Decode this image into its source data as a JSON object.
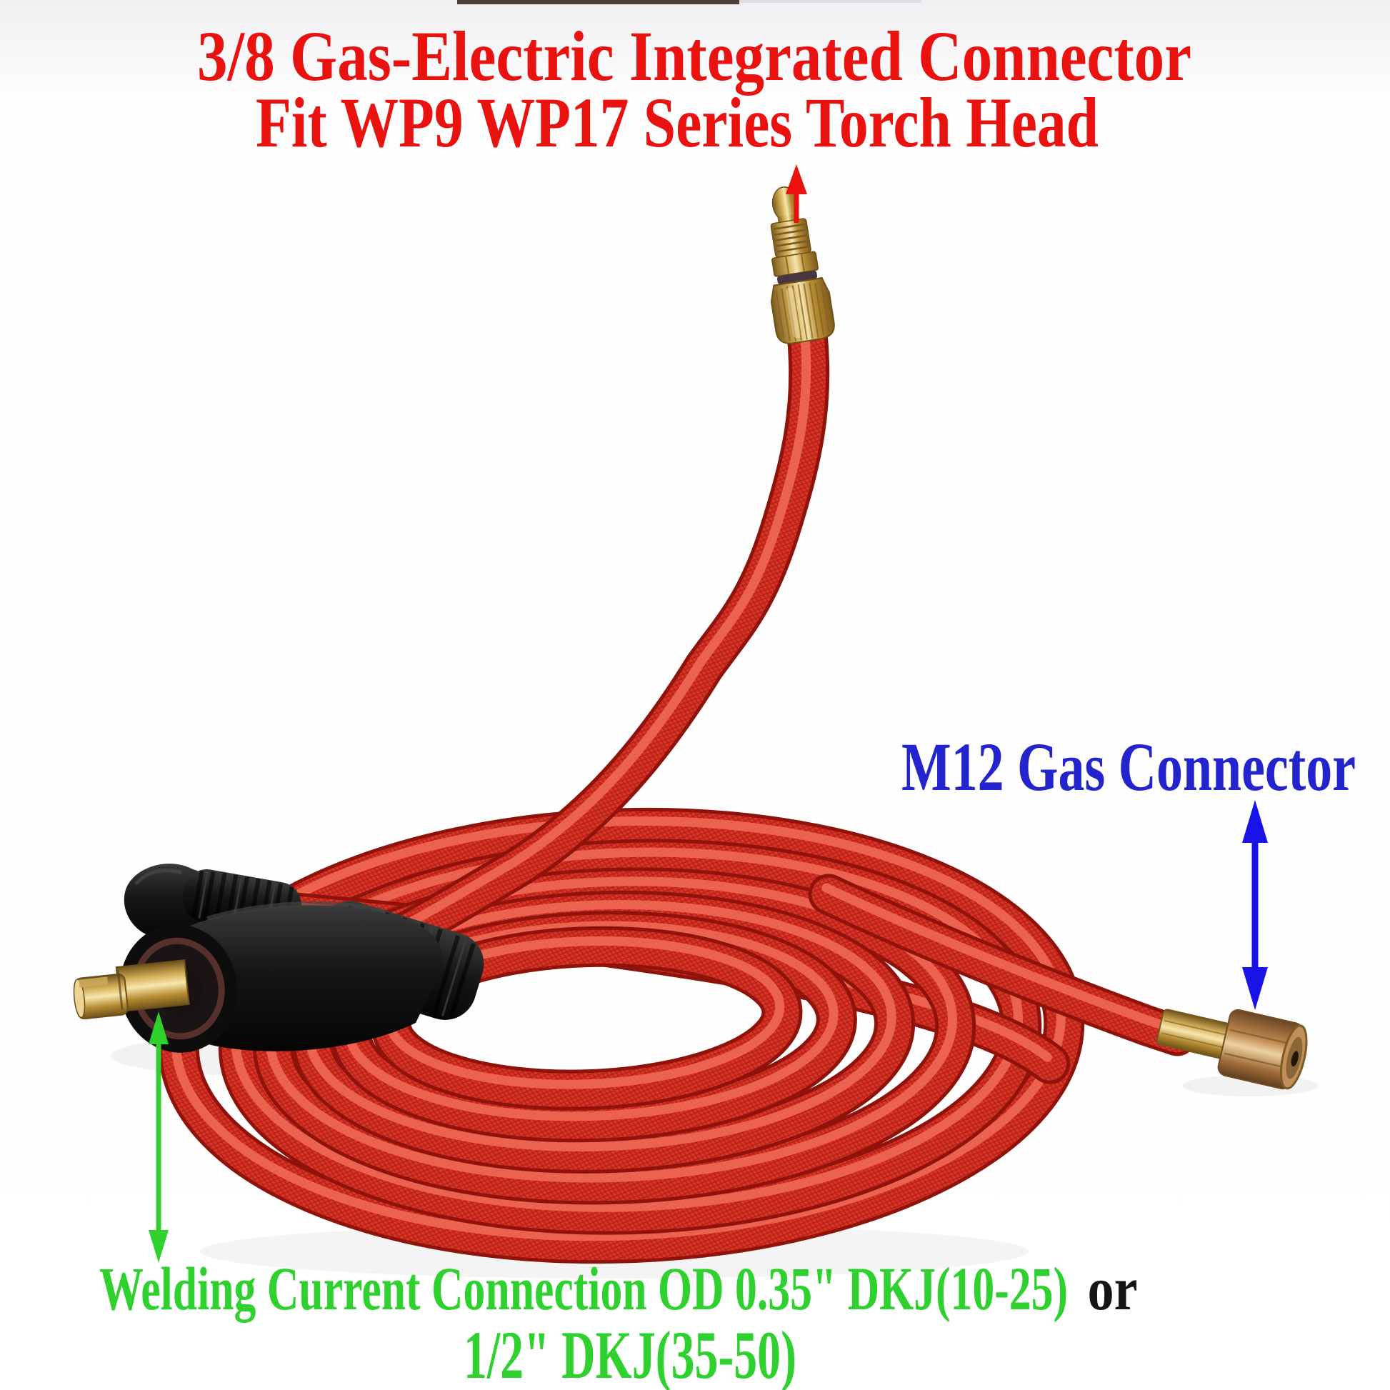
{
  "title": {
    "line1": "3/8 Gas-Electric Integrated Connector",
    "line2": "Fit WP9 WP17 Series Torch Head",
    "color": "#e9120f"
  },
  "callouts": {
    "torch_head": {
      "arrow_icon": "red-up-arrow",
      "arrow_color": "#e9120f"
    },
    "m12": {
      "label": "M12 Gas Connector",
      "color": "#2424cf",
      "arrow_icon": "blue-double-arrow",
      "arrow_color": "#1a13e8"
    },
    "welding": {
      "label_green": "Welding Current Connection OD 0.35\" DKJ(10-25)",
      "label_or": " or",
      "or_color": "#151515",
      "line2": "1/2\"  DKJ(35-50)",
      "color": "#2fd12f",
      "arrow_icon": "green-double-arrow",
      "arrow_color": "#2fd12f"
    }
  },
  "product": {
    "cable_color": "#dd3326",
    "cable_shadow_color": "#8f130a",
    "cable_highlight_color": "#f4705c",
    "brass_color": "#d7b25c",
    "black_connector_color": "#141414",
    "parts": [
      {
        "name": "torch-head-brass-connector"
      },
      {
        "name": "red-braided-cable-coil"
      },
      {
        "name": "dinse-power-connector"
      },
      {
        "name": "m12-gas-connector"
      }
    ]
  }
}
